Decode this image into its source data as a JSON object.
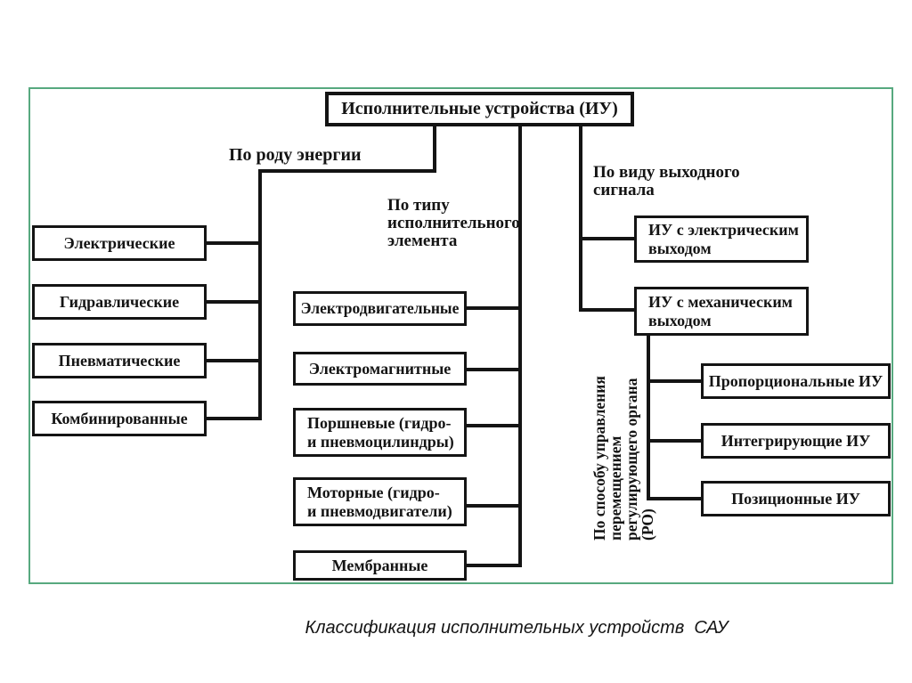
{
  "root_node": "Исполнительные устройства (ИУ)",
  "branch_labels": {
    "energy": "По роду энергии",
    "element_type": "По типу\nисполнительного\nэлемента",
    "output_signal": "По виду выходного\nсигнала",
    "control_method": "По способу управления\nперемещением\nрегулирующего органа\n(РО)"
  },
  "energy_nodes": [
    "Электрические",
    "Гидравлические",
    "Пневматические",
    "Комбинированные"
  ],
  "element_nodes": [
    "Электродвигательные",
    "Электромагнитные",
    "Поршневые (гидро-\nи пневмоцилиндры)",
    "Моторные (гидро-\nи пневмодвигатели)",
    "Мембранные"
  ],
  "signal_nodes": [
    "ИУ с электрическим\nвыходом",
    "ИУ с механическим\nвыходом"
  ],
  "control_nodes": [
    "Пропорциональные ИУ",
    "Интегрирующие ИУ",
    "Позиционные ИУ"
  ],
  "caption": "Классификация исполнительных устройств  САУ",
  "colors": {
    "frame_green": "#57a97f",
    "ink": "#141414"
  }
}
